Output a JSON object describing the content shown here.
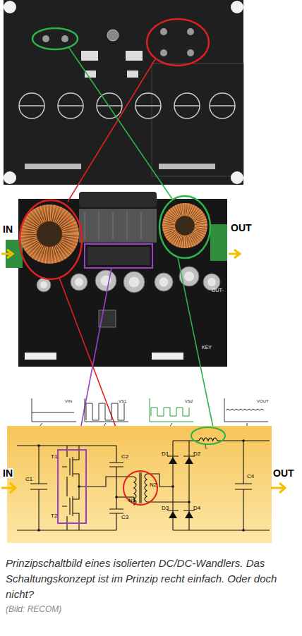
{
  "diagram": {
    "caption": "Prinzipschaltbild eines isolierten DC/DC-Wandlers. Das Schaltungskonzept ist im Prinzip recht einfach. Oder doch nicht?",
    "labels": [
      "IN",
      "OUT",
      "OUT-",
      "KEY",
      "VIN",
      "VS1",
      "VS2",
      "VOUT",
      "IN",
      "OUT",
      "C1",
      "T1",
      "T2",
      "C2",
      "C3",
      "N1",
      "N2",
      "D1",
      "D2",
      "D3",
      "D4",
      "L",
      "C4",
      "(Bild: RECOM)"
    ]
  }
}
